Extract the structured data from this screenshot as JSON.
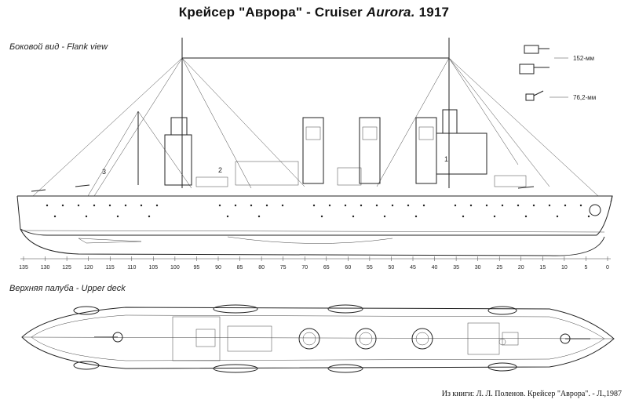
{
  "title": {
    "ru": "Крейсер \"Аврора\"",
    "sep1": "-",
    "en_prefix": "Cruiser",
    "en_name": "Aurora.",
    "year": "1917"
  },
  "views": {
    "flank": "Боковой вид - Flank view",
    "upper": "Верхняя палуба - Upper deck"
  },
  "legend": [
    {
      "label": "152-мм",
      "icon": "152mm-gun-icon"
    },
    {
      "label": "76,2-мм",
      "icon": "76mm-gun-icon"
    }
  ],
  "callouts": [
    "1",
    "2",
    "3"
  ],
  "frame_ticks": [
    "135",
    "130",
    "125",
    "120",
    "115",
    "110",
    "105",
    "100",
    "95",
    "90",
    "85",
    "80",
    "75",
    "70",
    "65",
    "60",
    "55",
    "50",
    "45",
    "40",
    "35",
    "30",
    "25",
    "20",
    "15",
    "10",
    "5",
    "0"
  ],
  "source": "Из книги: Л. Л. Поленов. Крейсер \"Аврора\". - Л.,1987"
}
